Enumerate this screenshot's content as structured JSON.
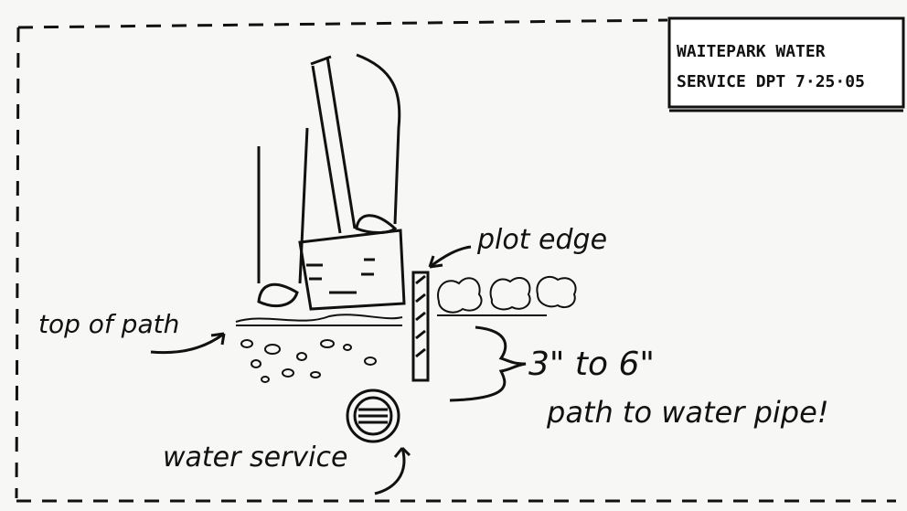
{
  "stamp": {
    "line1": "WAITEPARK WATER",
    "line2": "SERVICE DPT 7·25·05"
  },
  "labels": {
    "plot_edge": "plot edge",
    "top_of_path": "top of path",
    "depth_range": "3\" to 6\"",
    "depth_note": "path to water pipe!",
    "water_service": "water service"
  },
  "colors": {
    "ink": "#111111",
    "paper": "#f7f7f5"
  }
}
